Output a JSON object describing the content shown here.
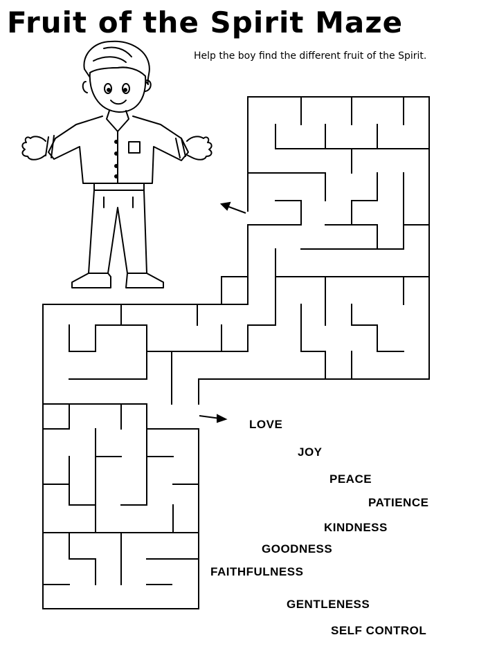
{
  "title": "Fruit of the Spirit Maze",
  "instructions": "Help the boy find the different fruit of the Spirit.",
  "fruits": [
    "LOVE",
    "JOY",
    "PEACE",
    "PATIENCE",
    "KINDNESS",
    "GOODNESS",
    "FAITHFULNESS",
    "GENTLENESS",
    "SELF CONTROL"
  ],
  "colors": {
    "ink": "#000000",
    "paper": "#ffffff"
  },
  "icons": [
    "boy-illustration",
    "arrow-icon"
  ]
}
